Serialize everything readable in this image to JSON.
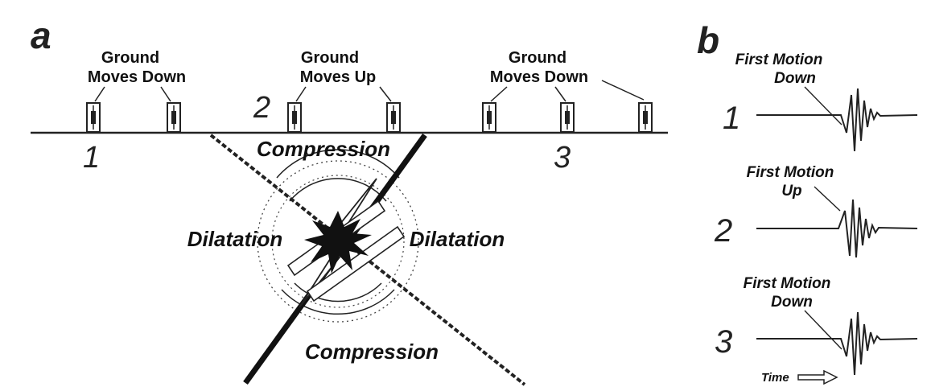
{
  "panel_a": {
    "letter": "a",
    "label_left_line1": "Ground",
    "label_left_line2": "Moves Down",
    "label_mid_line1": "Ground",
    "label_mid_line2": "Moves Up",
    "label_right_line1": "Ground",
    "label_right_line2": "Moves Down",
    "station_1": "1",
    "station_2": "2",
    "station_3": "3",
    "compression_top": "Compression",
    "compression_bottom": "Compression",
    "dilatation_left": "Dilatation",
    "dilatation_right": "Dilatation"
  },
  "panel_b": {
    "letter": "b",
    "trace_1": {
      "number": "1",
      "label_line1": "First Motion",
      "label_line2": "Down"
    },
    "trace_2": {
      "number": "2",
      "label_line1": "First Motion",
      "label_line2": "Up"
    },
    "trace_3": {
      "number": "3",
      "label_line1": "First Motion",
      "label_line2": "Down"
    },
    "time_label": "Time"
  },
  "colors": {
    "ink": "#111111",
    "background": "#ffffff"
  }
}
